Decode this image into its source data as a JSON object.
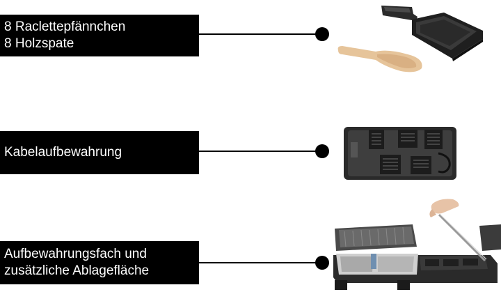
{
  "features": [
    {
      "lines": [
        "8 Raclettepfännchen",
        "8 Holzspate"
      ],
      "icon": "raclette-pan-and-spatula"
    },
    {
      "lines": [
        "Kabelaufbewahrung"
      ],
      "icon": "cable-storage-underside"
    },
    {
      "lines": [
        "Aufbewahrungsfach und",
        "zusätzliche Ablagefläche"
      ],
      "icon": "storage-compartment-grill"
    }
  ],
  "colors": {
    "label_bg": "#000000",
    "label_text": "#ffffff",
    "connector": "#000000"
  }
}
